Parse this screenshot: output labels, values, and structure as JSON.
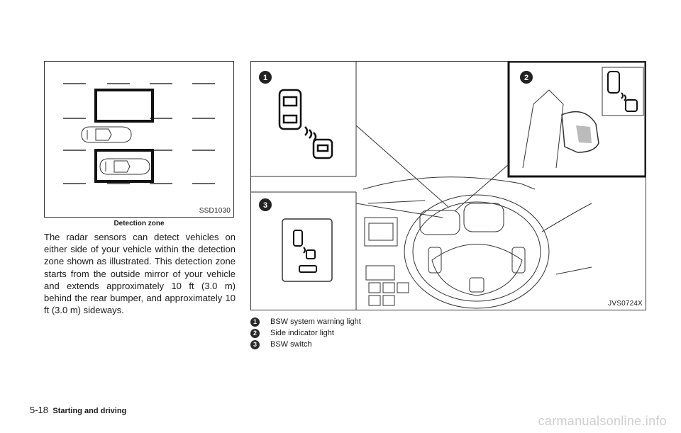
{
  "figure_left": {
    "code": "SSD1030",
    "caption": "Detection zone"
  },
  "figure_right": {
    "code": "JVS0724X",
    "callouts": [
      "1",
      "2",
      "3"
    ]
  },
  "body_text": "The radar sensors can detect vehicles on either side of your vehicle within the detection zone shown as illustrated. This detection zone starts from the outside mirror of your vehicle and extends approximately 10 ft (3.0 m) behind the rear bumper, and approximately 10 ft (3.0 m) sideways.",
  "legend": [
    {
      "num": "1",
      "text": "BSW system warning light"
    },
    {
      "num": "2",
      "text": "Side indicator light"
    },
    {
      "num": "3",
      "text": "BSW switch"
    }
  ],
  "footer": {
    "page_number": "5-18",
    "section": "Starting and driving"
  },
  "watermark": "carmanualsonline.info"
}
